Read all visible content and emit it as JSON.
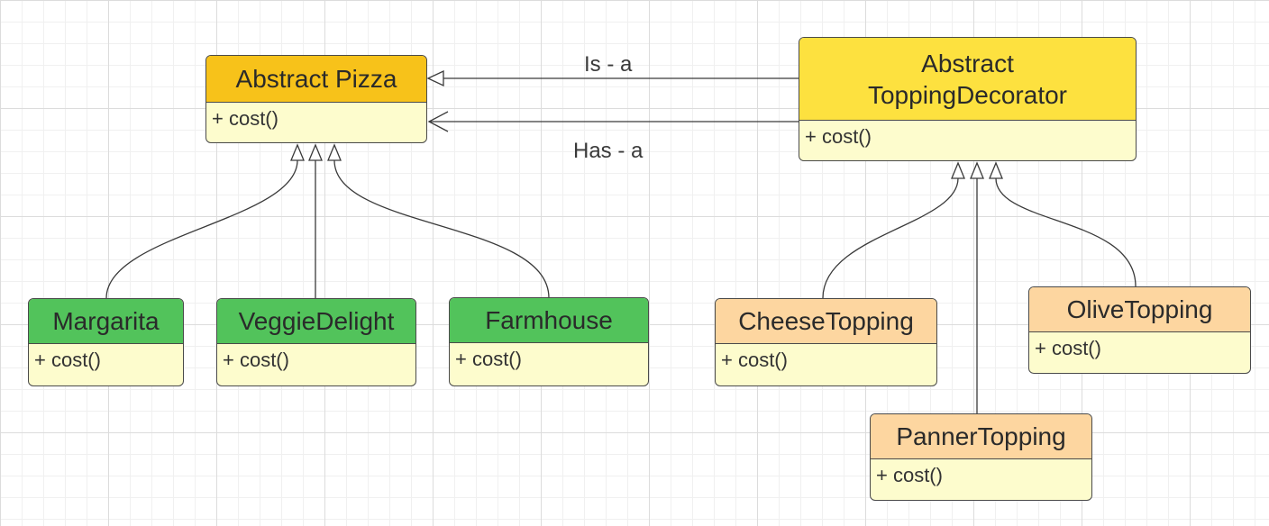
{
  "diagram": {
    "relations": {
      "is_a": "Is - a",
      "has_a": "Has - a"
    },
    "classes": {
      "abstract_pizza": {
        "name": "Abstract Pizza",
        "method": "+ cost()"
      },
      "abstract_topping_decorator": {
        "name": "Abstract ToppingDecorator",
        "method": "+ cost()"
      },
      "margarita": {
        "name": "Margarita",
        "method": "+ cost()"
      },
      "veggie_delight": {
        "name": "VeggieDelight",
        "method": "+ cost()"
      },
      "farmhouse": {
        "name": "Farmhouse",
        "method": "+ cost()"
      },
      "cheese_topping": {
        "name": "CheeseTopping",
        "method": "+ cost()"
      },
      "olive_topping": {
        "name": "OliveTopping",
        "method": "+ cost()"
      },
      "panner_topping": {
        "name": "PannerTopping",
        "method": "+ cost()"
      }
    },
    "colors": {
      "abstract_pizza_header": "#f7c21a",
      "decorator_header": "#fde13f",
      "concrete_pizza_header": "#52c35b",
      "topping_header": "#fdd6a0",
      "method_body": "#fdfccd"
    }
  }
}
